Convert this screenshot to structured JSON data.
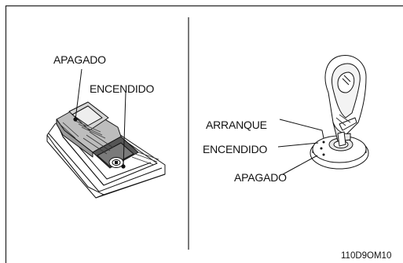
{
  "left_panel": {
    "label_off": "APAGADO",
    "label_on": "ENCENDIDO"
  },
  "right_panel": {
    "label_start": "ARRANQUE",
    "label_on": "ENCENDIDO",
    "label_off": "APAGADO"
  },
  "figure_code": "110D9OM10"
}
